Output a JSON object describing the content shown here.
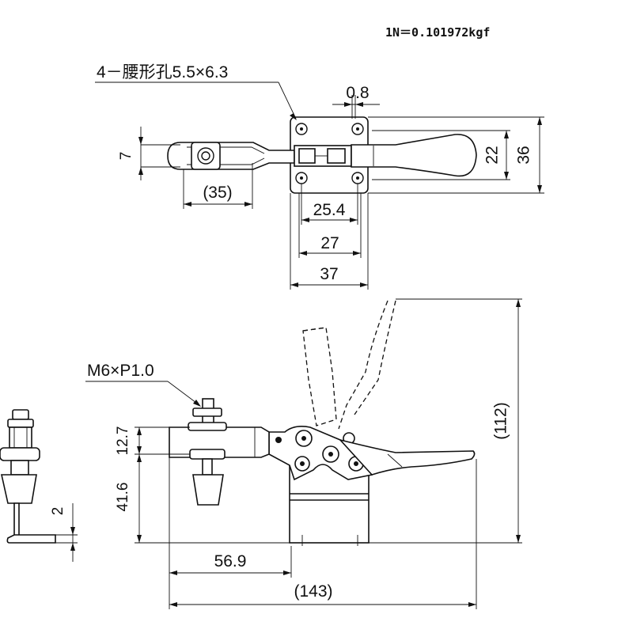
{
  "note": "1N＝0.101972kgf",
  "top_view": {
    "hole_callout": "4－腰形孔5.5×6.3",
    "dim_0_8": "0.8",
    "dim_7": "7",
    "dim_35": "(35)",
    "dim_22": "22",
    "dim_36": "36",
    "dim_25_4": "25.4",
    "dim_27": "27",
    "dim_37": "37"
  },
  "side_view": {
    "thread_callout": "M6×P1.0",
    "dim_12_7": "12.7",
    "dim_41_6": "41.6",
    "dim_112": "(112)",
    "dim_56_9": "56.9",
    "dim_143": "(143)"
  },
  "end_view": {
    "dim_2": "2"
  }
}
